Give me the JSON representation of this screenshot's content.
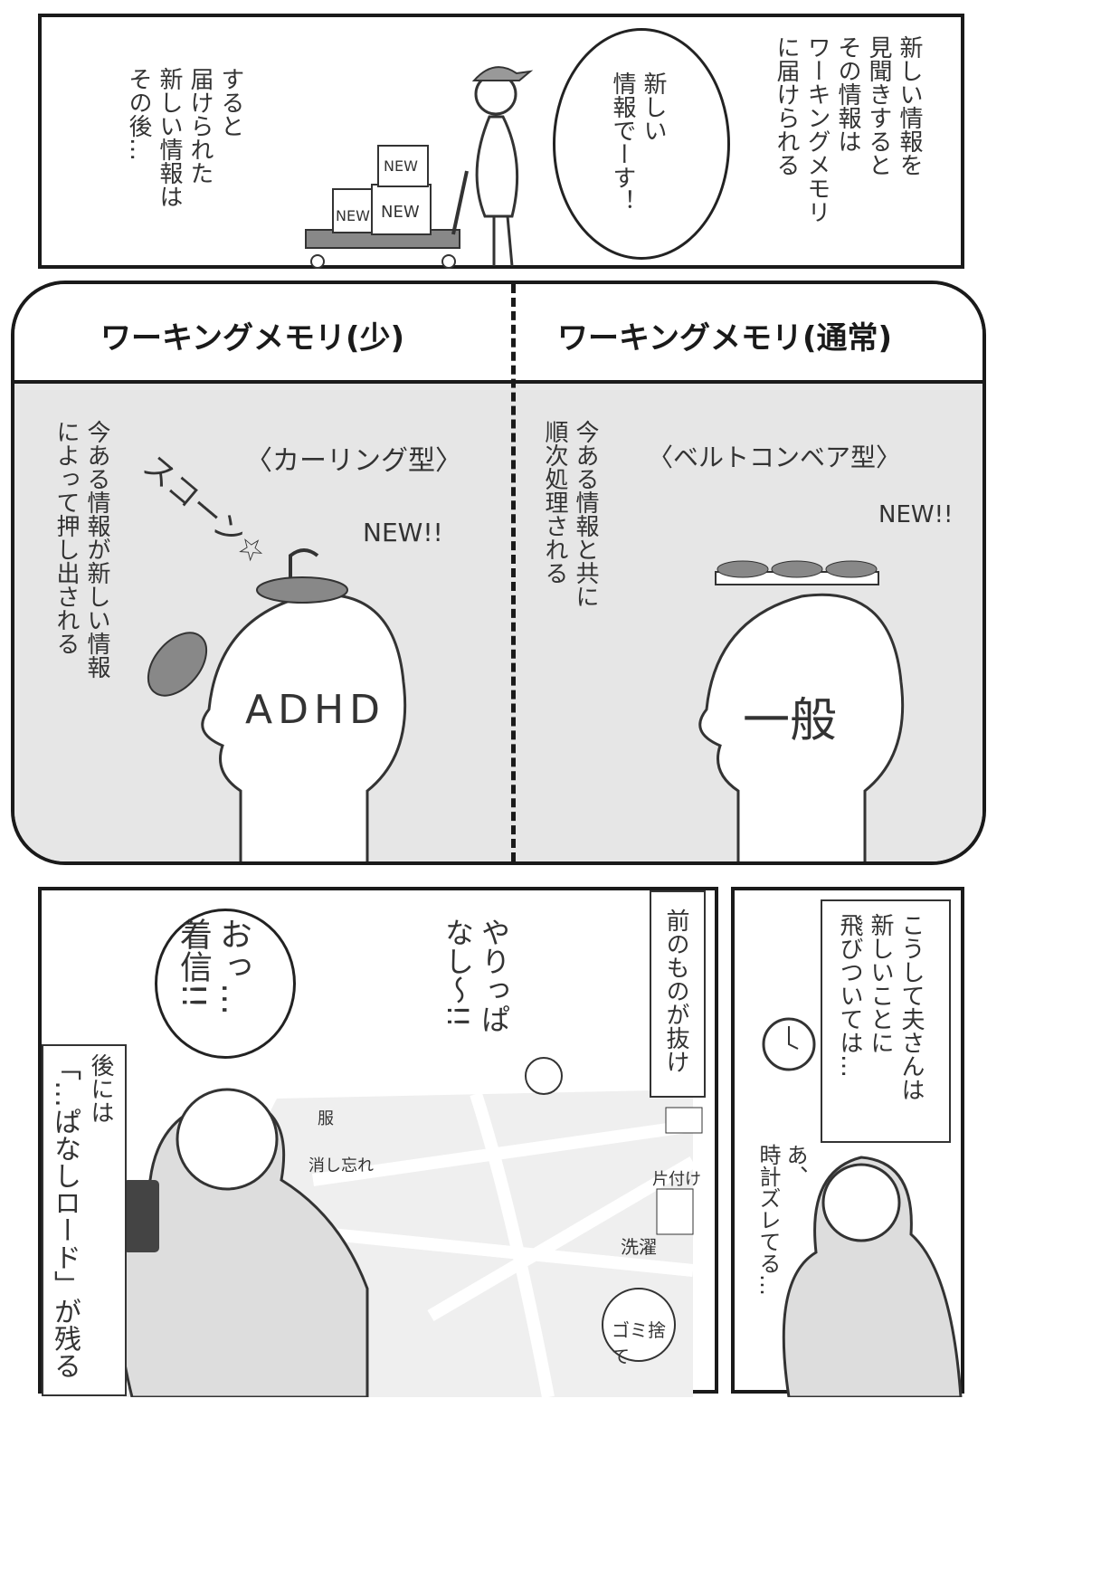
{
  "panel1": {
    "narration_right": "新しい情報を\n見聞きすると\nその情報は\nワーキングメモリ\nに届けられる",
    "speech": "新しい\n情報でーす！",
    "narration_left": "すると\n届けられた\n新しい情報は\nその後…",
    "box_labels": [
      "NEW",
      "NEW",
      "NEW"
    ]
  },
  "panel2": {
    "header_left": "ワーキングメモリ(少)",
    "header_right": "ワーキングメモリ(通常)",
    "left": {
      "narration": "今ある情報が新しい情報\nによって押し出される",
      "type_label": "〈カーリング型〉",
      "sfx": "スコーン☆",
      "new_label": "NEW!!",
      "head_label": "ADHD"
    },
    "right": {
      "narration": "今ある情報と共に\n順次処理される",
      "type_label": "〈ベルトコンベア型〉",
      "new_label": "NEW!!",
      "head_label": "一般"
    },
    "bg_color": "#e6e6e6"
  },
  "panel3": {
    "speech": "おっ…\n着信!!",
    "shout": "やりっぱ\nなし〜!!",
    "narration_top": "前のものが抜け",
    "narration_left_1": "後には",
    "narration_left_2": "「…ぱなしロード」が残る",
    "road_labels": [
      "服",
      "消し忘れ",
      "片付け",
      "洗濯",
      "ゴミ捨て"
    ]
  },
  "panel4": {
    "narration": "こうして夫さんは\n新しいことに\n飛びついては…",
    "speech": "あ、\n時計ズレてる…"
  }
}
